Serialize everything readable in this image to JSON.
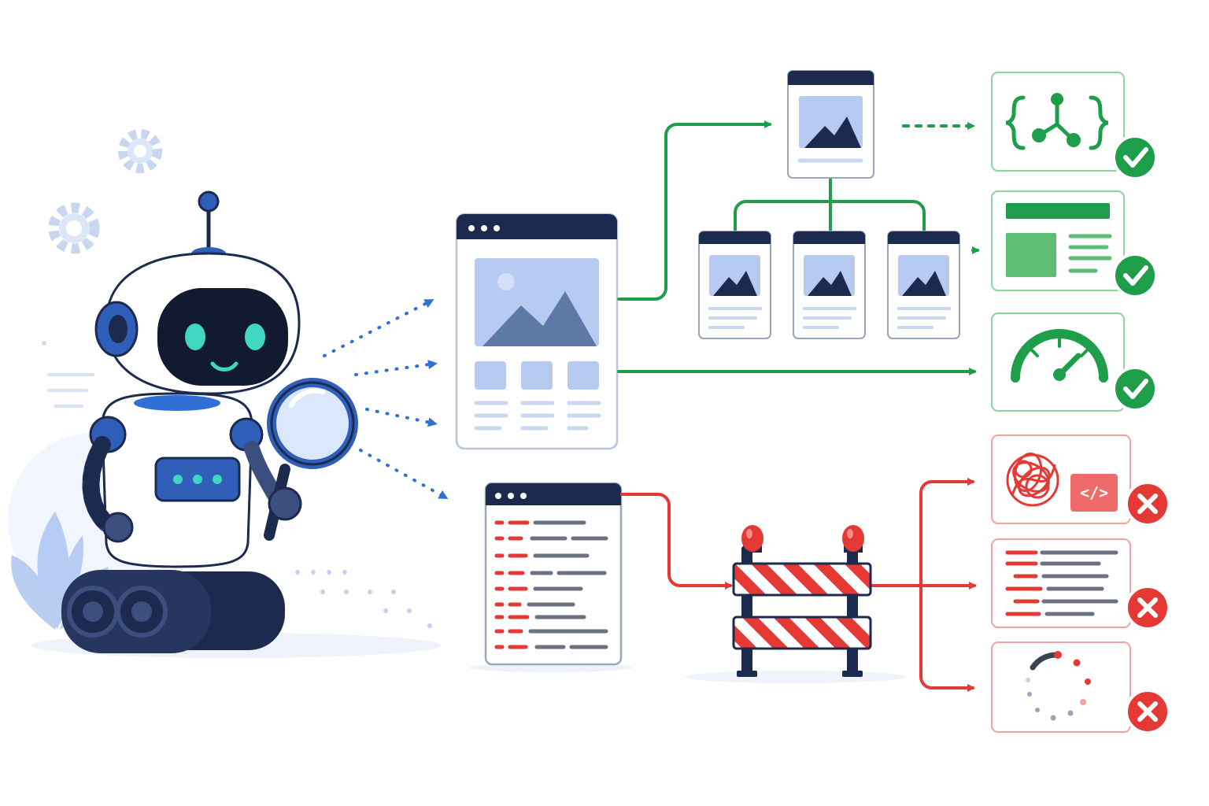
{
  "colors": {
    "navy": "#1b2a4e",
    "blue": "#2f6fd6",
    "light_blue": "#a9c3f0",
    "image_fill": "#b7cbf2",
    "mountain": "#5d7aa6",
    "green": "#1e9e4a",
    "light_green": "#5cbd73",
    "red": "#e53935",
    "grey_line": "#6b7280",
    "teal_eye": "#3fd6c2"
  },
  "icons": {
    "robot": "robot-with-magnifier",
    "gears": "gear-icon",
    "good_page": "webpage-with-images",
    "bad_page": "code-page",
    "barrier": "roadblock-barrier",
    "outcome_ok": [
      "structured-data-icon",
      "layout-preview-icon",
      "speed-gauge-icon"
    ],
    "outcome_fail": [
      "tangled-code-icon",
      "broken-code-lines-icon",
      "loading-spinner-icon"
    ],
    "ok_badge": "check-circle-icon",
    "fail_badge": "x-circle-icon"
  },
  "code_badge_text": "</>"
}
